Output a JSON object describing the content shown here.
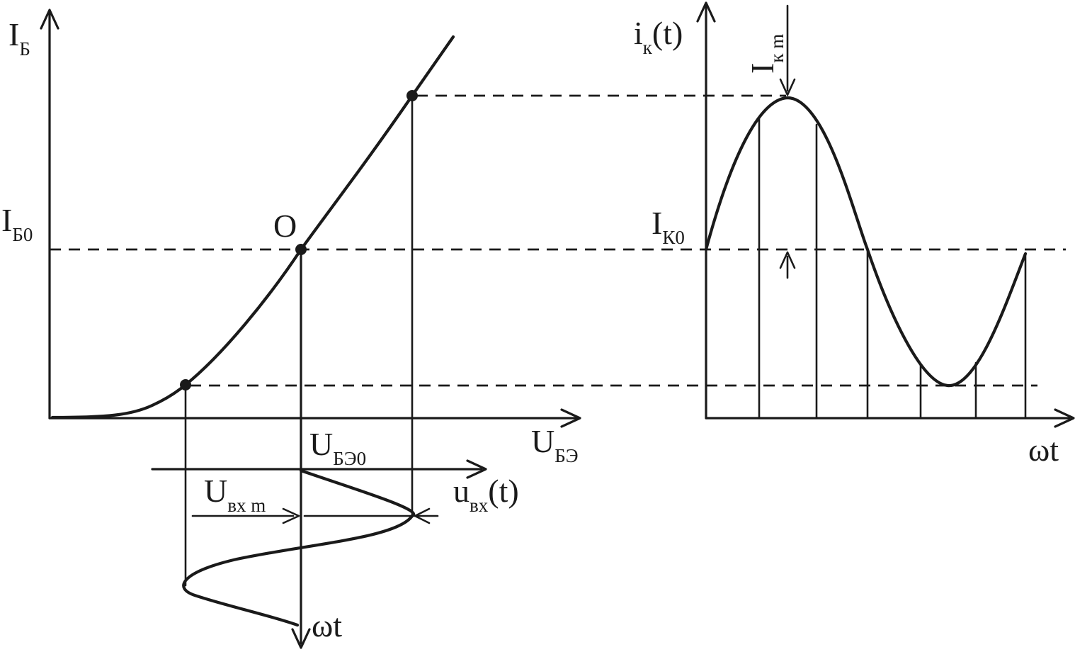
{
  "labels": {
    "ib_axis": {
      "main": "I",
      "sub": "Б"
    },
    "ib0": {
      "main": "I",
      "sub": "Б0"
    },
    "point_o": "O",
    "ube_axis": {
      "main": "U",
      "sub": "БЭ"
    },
    "ube0": {
      "main": "U",
      "sub": "БЭ0"
    },
    "uin_t": {
      "main": "u",
      "sub": "вх",
      "tail": "(t)"
    },
    "uin_amp": {
      "main": "U",
      "sub": "вх m"
    },
    "wt_lower": "ωt",
    "ik_t": {
      "main": "i",
      "sub": "к",
      "tail": "(t)"
    },
    "ik_amp": {
      "main": "I",
      "sub": "к m"
    },
    "ik0": {
      "main": "I",
      "sub": "К0"
    },
    "wt_right": "ωt"
  },
  "colors": {
    "ink": "#1a1a1a",
    "background": "#ffffff"
  }
}
